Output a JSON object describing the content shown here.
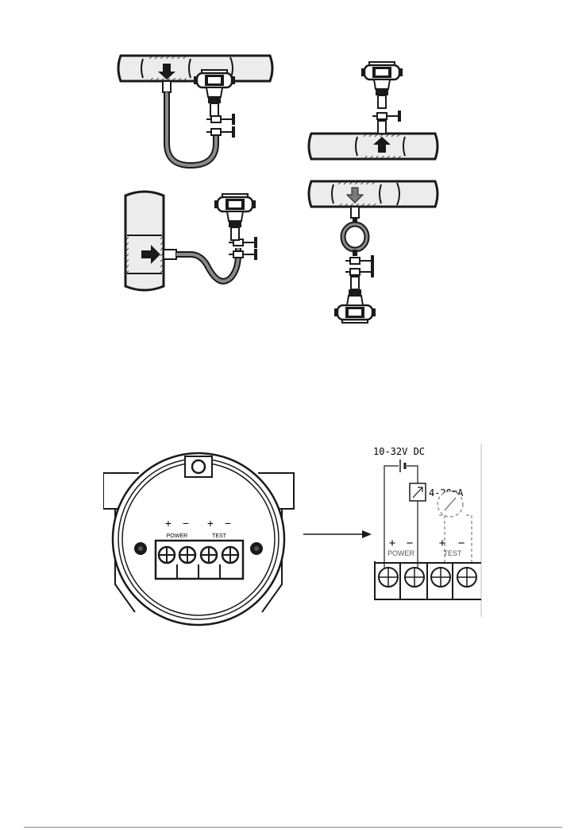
{
  "wiring": {
    "enclosure": {
      "power_label": "POWER",
      "test_label": "TEST",
      "power_plus": "+",
      "power_minus": "−",
      "test_plus": "+",
      "test_minus": "−"
    },
    "schematic": {
      "supply_label": "10-32V DC",
      "loop_label": "4-20mA",
      "power_label": "POWER",
      "test_label": "TEST",
      "power_plus": "+",
      "power_minus": "−",
      "test_plus": "+",
      "test_minus": "−"
    }
  },
  "colors": {
    "ink": "#1a1a1a",
    "pipe_fill": "#ececec",
    "tube_fill": "#8a8a8a",
    "background": "#ffffff"
  }
}
